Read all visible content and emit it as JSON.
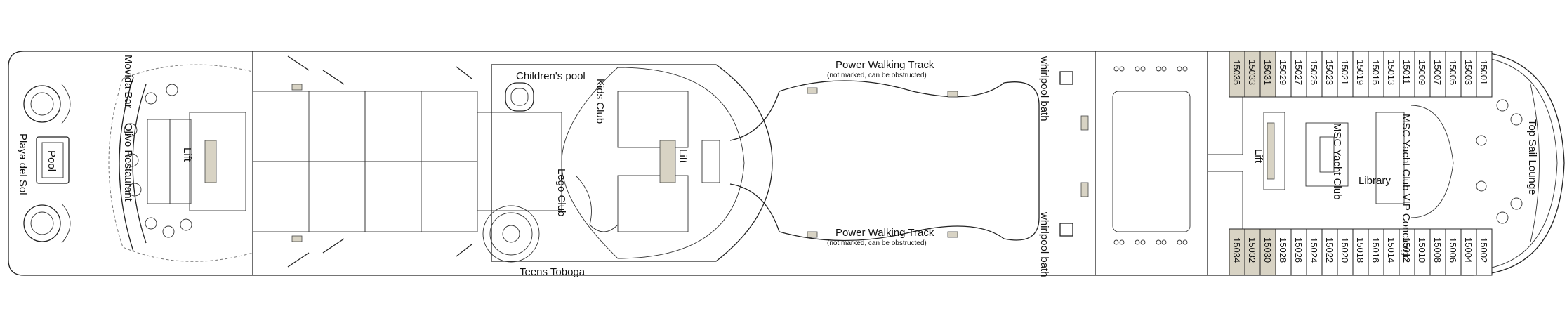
{
  "labels": {
    "movida_bar": "Movida Bar",
    "olivo_restaurant": "Olivo Restaurant",
    "pool": "Pool",
    "playa_del_sol": "Playa del Sol",
    "lift_aft": "Lift",
    "childrens_pool": "Children's pool",
    "kids_club": "Kids Club",
    "lego_club": "Lego Club",
    "teens_toboga": "Teens Toboga",
    "lift_mid": "Lift",
    "track_top": "Power Walking Track",
    "track_top_note": "(not marked, can be obstructed)",
    "track_bottom": "Power Walking Track",
    "track_bottom_note": "(not marked, can be obstructed)",
    "whirlpool_top": "whirlpool bath",
    "whirlpool_bottom": "whirlpool bath",
    "lift_fwd": "Lift",
    "msc_yacht_club": "MSC Yacht Club",
    "vip_concierge": "MSC Yacht Club VIP Concierge",
    "library": "Library",
    "top_sail_lounge": "Top Sail Lounge"
  },
  "cabins_top": [
    "15001",
    "15003",
    "15005",
    "15007",
    "15009",
    "15011",
    "15013",
    "15015",
    "15019",
    "15021",
    "15023",
    "15025",
    "15027",
    "15029",
    "15031",
    "15033",
    "15035"
  ],
  "cabins_bottom": [
    "15002",
    "15004",
    "15006",
    "15008",
    "15010",
    "15012",
    "15014",
    "15016",
    "15018",
    "15020",
    "15022",
    "15024",
    "15026",
    "15028",
    "15030",
    "15032",
    "15034"
  ],
  "colors": {
    "cabin_standard": "#ffffff",
    "cabin_accessible": "#d8d3c4",
    "outline": "#222222"
  }
}
